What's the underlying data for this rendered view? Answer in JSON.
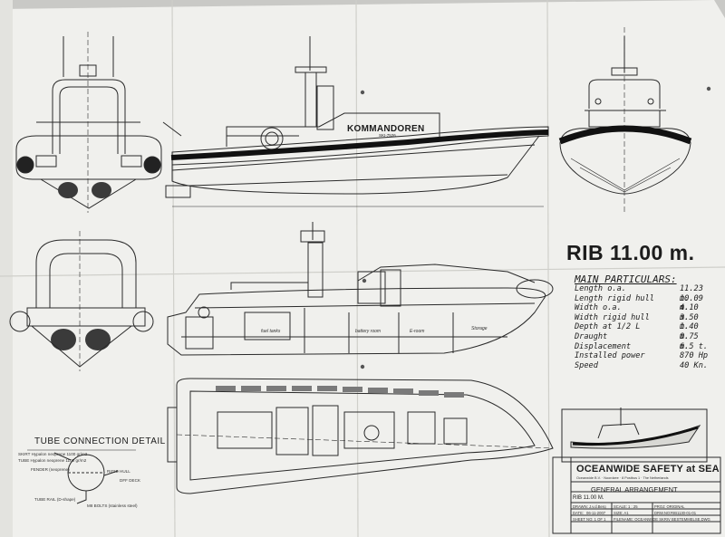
{
  "drawing": {
    "title": "RIB 11.00 m.",
    "boat_name": "KOMMANDOREN",
    "boat_subtitle": "SKI-7526"
  },
  "particulars": {
    "heading": "MAIN PARTICULARS:",
    "rows": [
      {
        "label": "Length o.a.",
        "value": "11.23 m."
      },
      {
        "label": "Length rigid hull",
        "value": "10.09 m."
      },
      {
        "label": "Width o.a.",
        "value": "4.10 m."
      },
      {
        "label": "Width rigid hull",
        "value": "3.50 m."
      },
      {
        "label": "Depth at 1/2 L",
        "value": "1.40 m."
      },
      {
        "label": "Draught",
        "value": "0.75 m."
      },
      {
        "label": "Displacement",
        "value": "6.5 t."
      },
      {
        "label": "Installed power",
        "value": "870 Hp"
      },
      {
        "label": "Speed",
        "value": "40 Kn."
      }
    ]
  },
  "interior_labels": [
    "fuel tanks",
    "battery room",
    "E-room",
    "Storage"
  ],
  "tube_detail": {
    "title": "TUBE CONNECTION DETAIL",
    "notes": [
      "SKIRT Hypalon neoprene 1100 gr/m2",
      "TUBE Hypalon neoprene 1100 gr/m2",
      "FENDER (neoprene)",
      "TUBE RAIL (D-shape)",
      "DFF DECK",
      "RIGID HULL",
      "M8 BOLTS (stainless steel)"
    ]
  },
  "title_block": {
    "company": "OCEANWIDE SAFETY at SEA",
    "address": "Oceanwide B.V. · Noordzee · 8  Postbus 1 · The Netherlands",
    "drawing_title": "GENERAL ARRANGEMENT",
    "model": "RIB 11.00 M.",
    "drawn_label": "DRAWN:",
    "drawn_value": "J.v.d.Berg",
    "scale_label": "SCALE: 1 : 25",
    "proj_label": "PROJ: ORIGINAL",
    "date_label": "DATE:",
    "date_value": "06-11-2007",
    "size_label": "SIZE: A1",
    "drawing_no_label": "DRW.NO:",
    "drawing_no": "RIB1130-01-01",
    "sheet_label": "SHEET NO: 1 OF 1",
    "filename_label": "FILENAME: OCEANWIDE SKRIV BESTEMMELSE.DWG"
  },
  "colors": {
    "paper": "#f0f0ed",
    "ink": "#1c1c1c",
    "stripe": "#111111"
  }
}
